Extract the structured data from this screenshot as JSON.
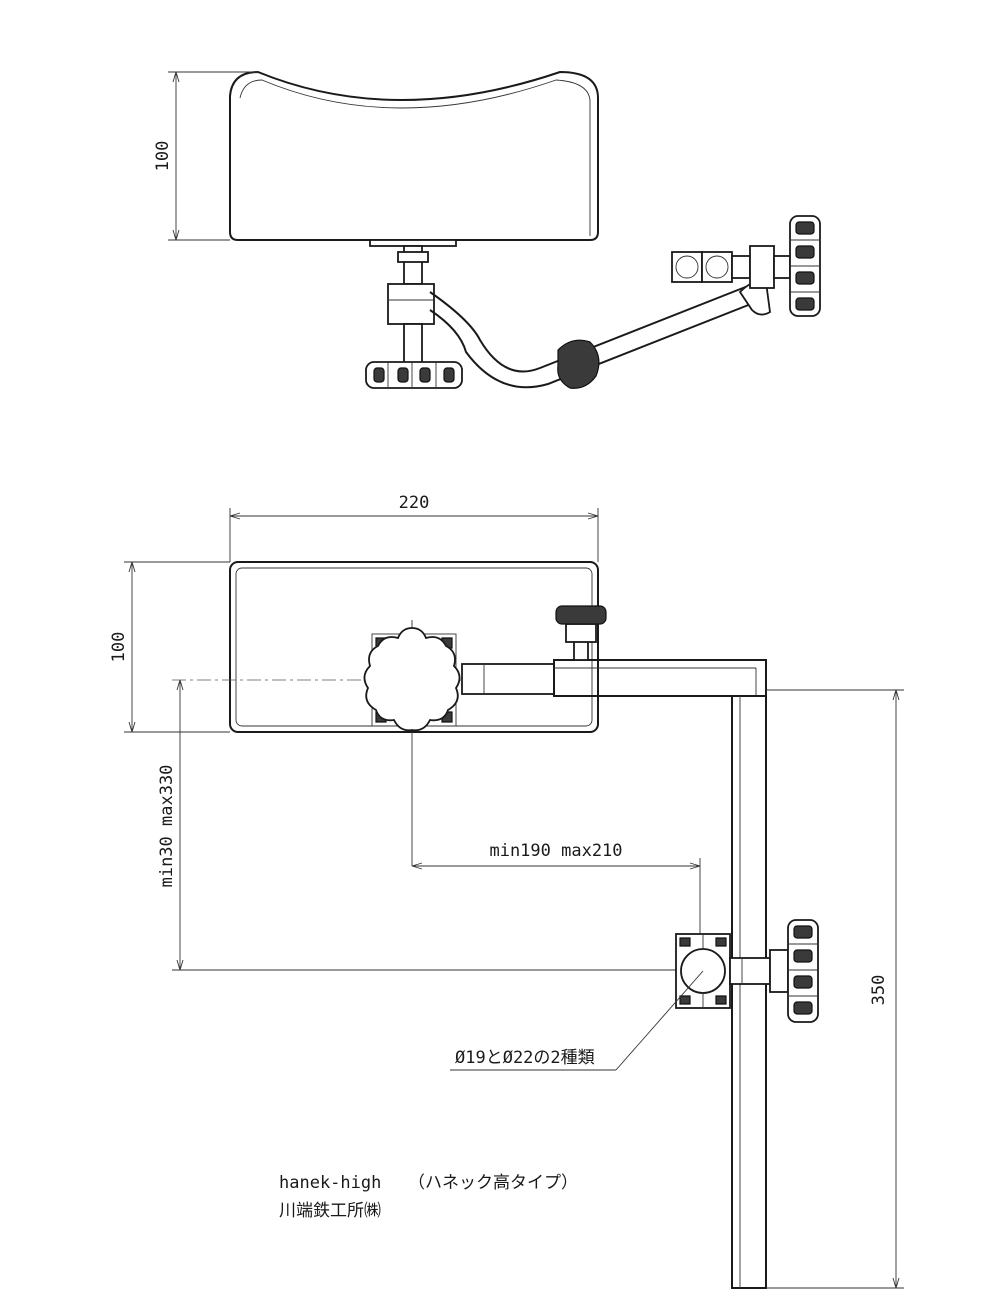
{
  "top_view": {
    "height_dim": "100"
  },
  "front_view": {
    "width_dim": "220",
    "height_dim": "100",
    "vertical_range_dim": "min30 max330",
    "horizontal_range_dim": "min190 max210",
    "post_height_dim": "350",
    "clamp_note": "Ø19とØ22の2種類"
  },
  "title_block": {
    "model": "hanek-high",
    "model_note": "（ハネック高タイプ）",
    "company": "川端鉄工所㈱"
  },
  "colors": {
    "line": "#1a1a1a",
    "knob_fill": "#3a3a3a"
  }
}
